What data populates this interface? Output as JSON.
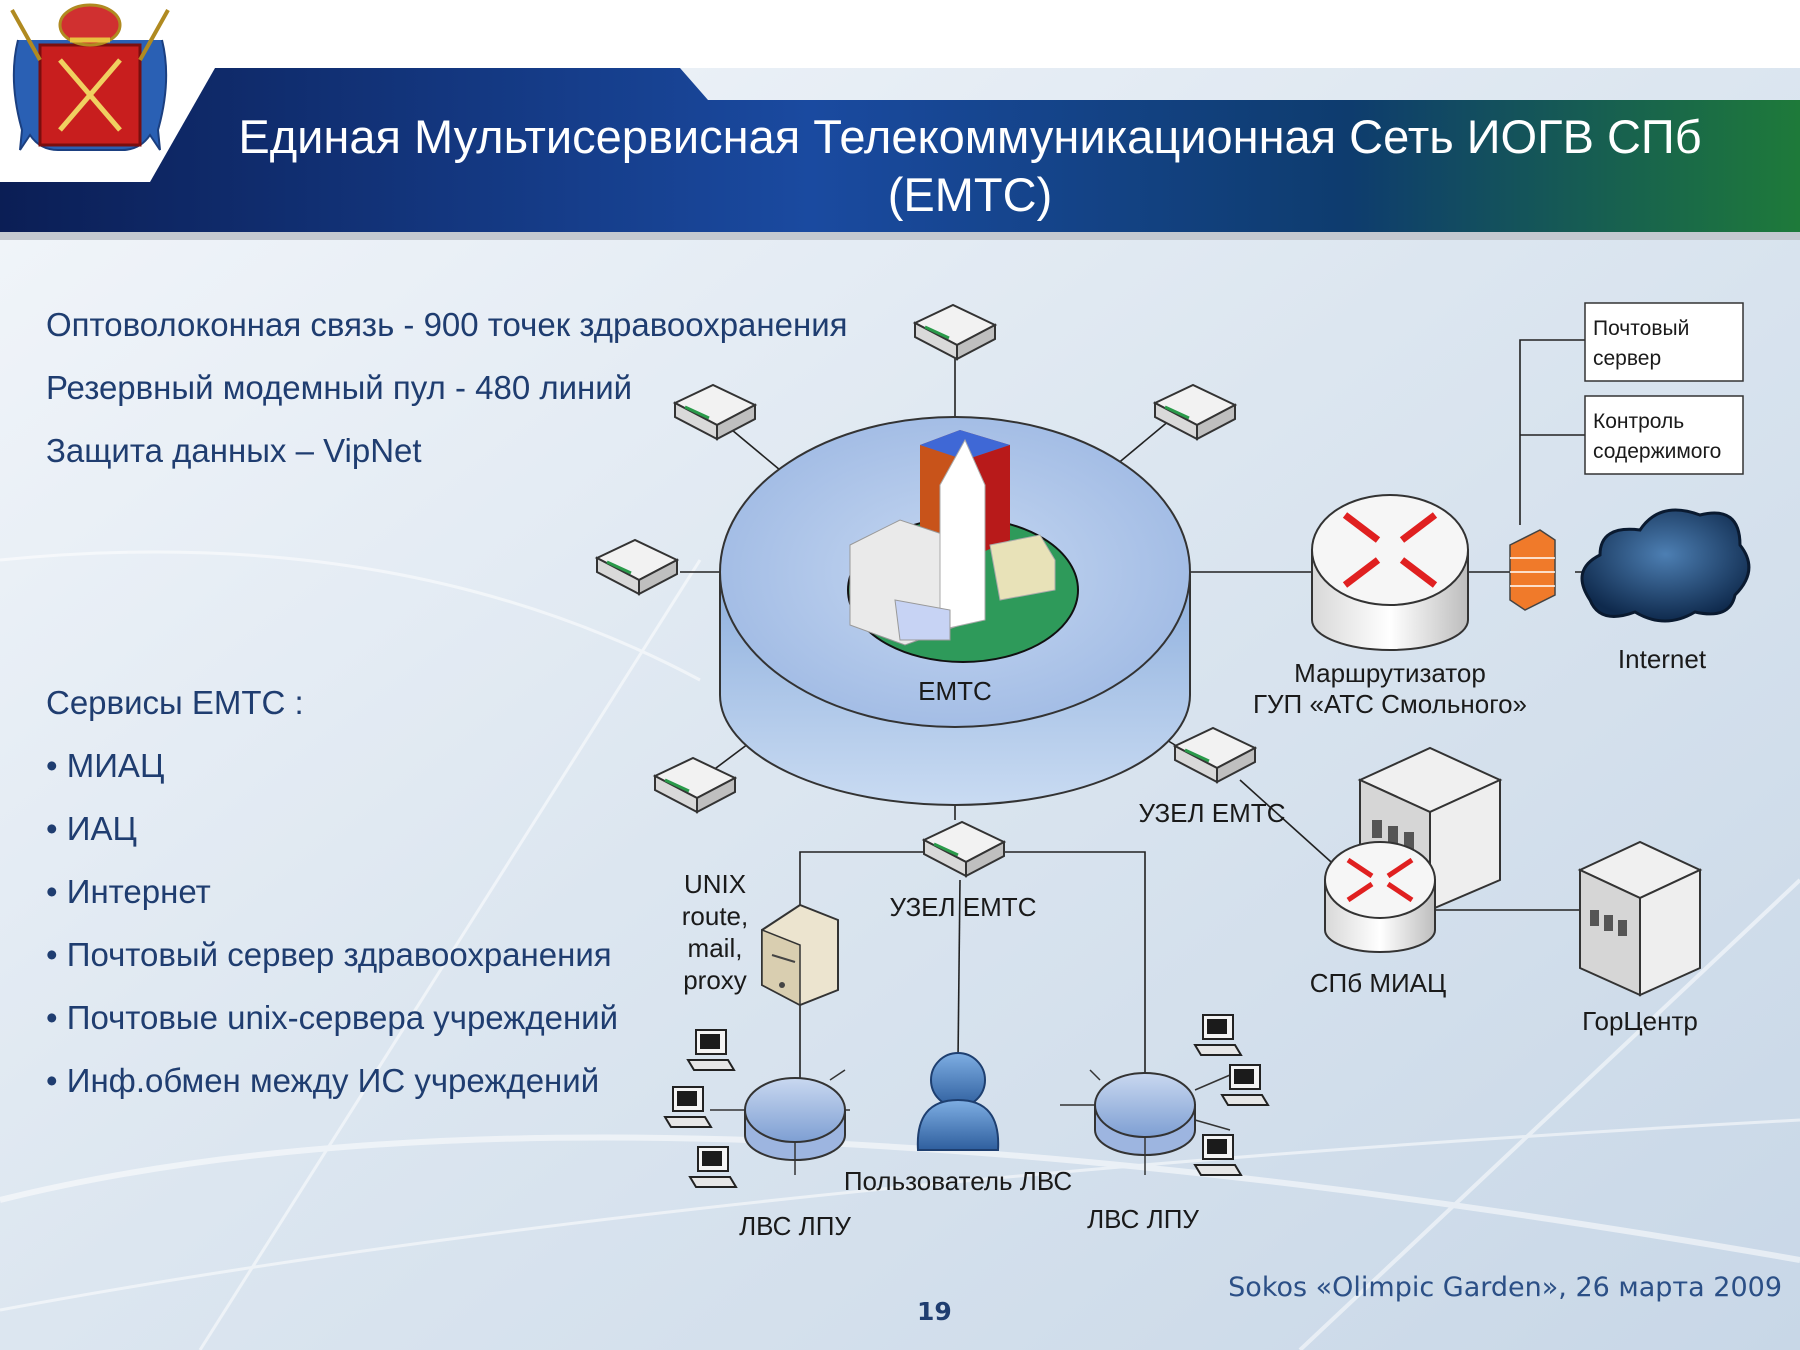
{
  "header": {
    "title_line1": "Единая Мультисервисная Телекоммуникационная Сеть ИОГВ СПб",
    "title_line2": "(ЕМТС)"
  },
  "info_lines": [
    "Оптоволоконная  связь - 900 точек здравоохранения",
    "Резервный  модемный пул - 480 линий",
    "Защита данных – VipNet"
  ],
  "services": {
    "heading": "Сервисы ЕМТС :",
    "items": [
      "• МИАЦ",
      "• ИАЦ",
      "• Интернет",
      "• Почтовый  сервер  здравоохранения",
      "• Почтовые  unix-сервера  учреждений",
      "• Инф.обмен  между ИС учреждений"
    ]
  },
  "diagram": {
    "core_label": "ЕМТС",
    "mail_server": [
      "Почтовый",
      "сервер"
    ],
    "content_control": [
      "Контроль",
      "содержимого"
    ],
    "internet": "Internet",
    "router": [
      "Маршрутизатор",
      "ГУП «АТС Смольного»"
    ],
    "node_right": "УЗЕЛ ЕМТС",
    "node_bottom": "УЗЕЛ ЕМТС",
    "unix": [
      "UNIX",
      "route,",
      "mail,",
      "proxy"
    ],
    "miac": "СПб МИАЦ",
    "gorcentr": "ГорЦентр",
    "lan_left": "ЛВС ЛПУ",
    "lan_right": "ЛВС ЛПУ",
    "lan_user": "Пользователь ЛВС"
  },
  "footer": {
    "event": "Sokos «Olimpic Garden», 26 марта 2009",
    "page": "19"
  },
  "colors": {
    "text_blue": "#1f3d70",
    "header_dark": "#0a1f4a",
    "header_green": "#1d6b3a",
    "core_blue": "#a9c1e6",
    "router_red": "#e02020"
  }
}
